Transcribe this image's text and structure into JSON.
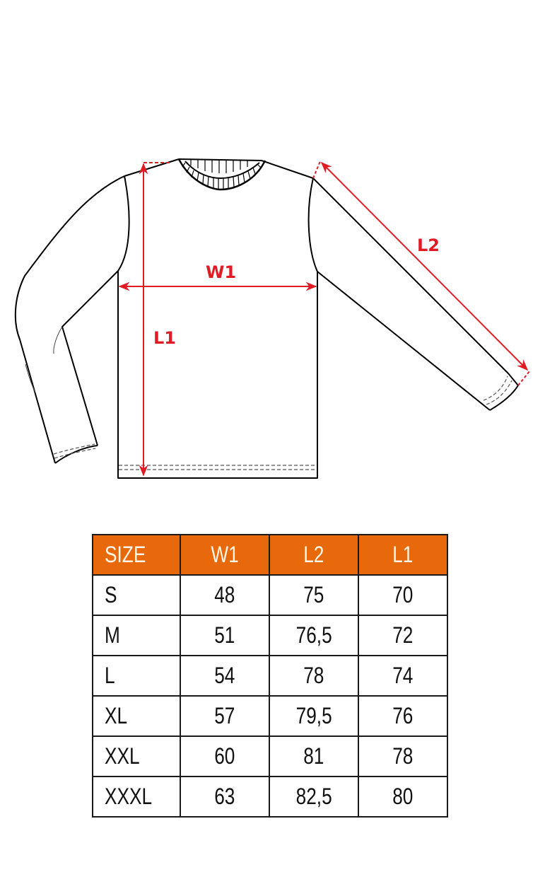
{
  "diagram": {
    "garment": "long-sleeve-sweatshirt",
    "labels": {
      "w1": "W1",
      "l1": "L1",
      "l2": "L2"
    },
    "colors": {
      "measure_line": "#e01b24",
      "outline": "#000000"
    }
  },
  "table": {
    "header_color": "#e8690b",
    "columns": [
      "SIZE",
      "W1",
      "L2",
      "L1"
    ],
    "rows": [
      [
        "S",
        "48",
        "75",
        "70"
      ],
      [
        "M",
        "51",
        "76,5",
        "72"
      ],
      [
        "L",
        "54",
        "78",
        "74"
      ],
      [
        "XL",
        "57",
        "79,5",
        "76"
      ],
      [
        "XXL",
        "60",
        "81",
        "78"
      ],
      [
        "XXXL",
        "63",
        "82,5",
        "80"
      ]
    ]
  }
}
